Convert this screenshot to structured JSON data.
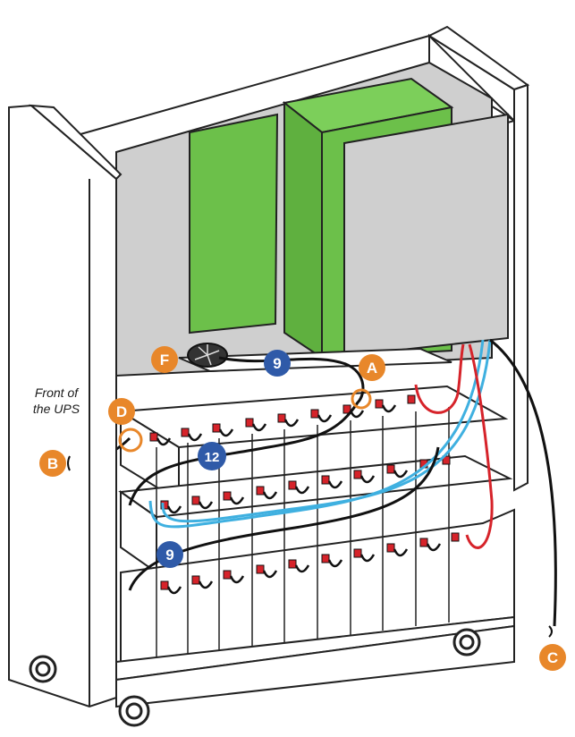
{
  "side_label": {
    "line1": "Front of",
    "line2": "the UPS"
  },
  "callouts": {
    "A": "A",
    "B": "B",
    "C": "C",
    "D": "D",
    "F": "F"
  },
  "cable_numbers": {
    "top": "9",
    "middle": "12",
    "bottom": "9"
  },
  "colors": {
    "callout_orange": "#e8872a",
    "cable_badge_blue": "#2f5aa8",
    "module_green": "#6cc04a",
    "panel_gray": "#cfcfcf",
    "cable_red": "#d6232a",
    "cable_blue": "#3fb0e0"
  }
}
